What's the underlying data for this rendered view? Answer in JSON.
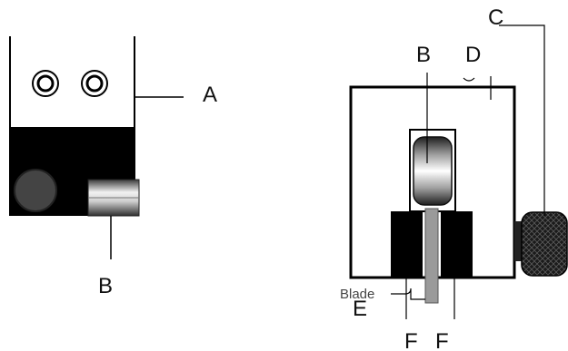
{
  "left_view": {
    "labels": {
      "a": "A",
      "b": "B"
    }
  },
  "right_view": {
    "labels": {
      "b": "B",
      "c": "C",
      "d": "D",
      "e": "E",
      "f_left": "F",
      "f_right": "F",
      "blade": "Blade"
    }
  },
  "colors": {
    "outline": "#000000",
    "fill_dark": "#000000",
    "background": "#ffffff",
    "circle_grey": "#444444",
    "metal_light": "#e8e8e8",
    "metal_mid": "#8a8a8a",
    "metal_dark": "#3a3a3a",
    "knob": "#1a1a1a",
    "blade": "#9a9a9a"
  }
}
